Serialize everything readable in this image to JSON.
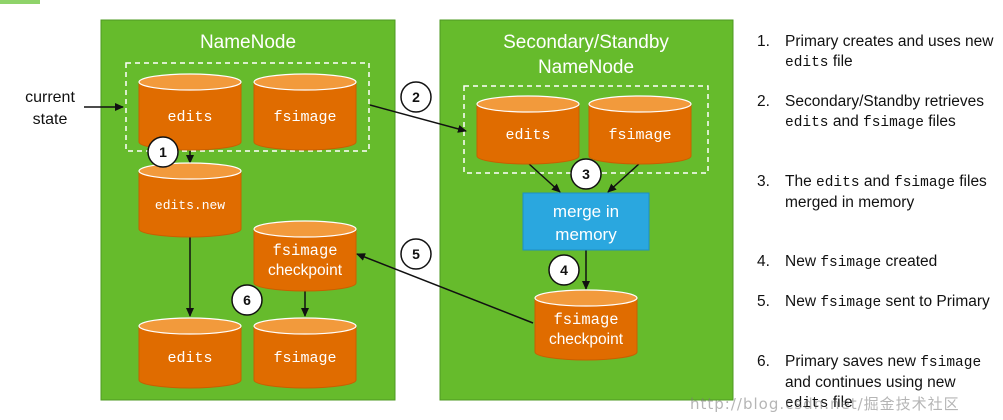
{
  "colors": {
    "panel_fill": "#66bb2c",
    "panel_stroke": "#4e9a22",
    "cylinder_fill": "#e06c00",
    "cylinder_top": "#f29a3c",
    "merge_fill": "#2aa7df",
    "arrow": "#111111",
    "circle_fill": "#ffffff"
  },
  "panels": {
    "left_title": "NameNode",
    "right_title_line1": "Secondary/Standby",
    "right_title_line2": "NameNode"
  },
  "labels": {
    "current_state_line1": "current",
    "current_state_line2": "state",
    "left_edits": "edits",
    "left_fsimage": "fsimage",
    "edits_new": "edits.new",
    "fsimage_checkpoint_line1": "fsimage",
    "fsimage_checkpoint_line2": "checkpoint",
    "bottom_edits": "edits",
    "bottom_fsimage": "fsimage",
    "right_edits": "edits",
    "right_fsimage": "fsimage",
    "merge_line1": "merge in",
    "merge_line2": "memory",
    "right_checkpoint_line1": "fsimage",
    "right_checkpoint_line2": "checkpoint"
  },
  "circles": [
    "1",
    "2",
    "3",
    "4",
    "5",
    "6"
  ],
  "steps": [
    {
      "num": "1.",
      "parts": [
        [
          "Primary creates and uses new ",
          false
        ],
        [
          "edits",
          true
        ],
        [
          " file",
          false
        ]
      ]
    },
    {
      "num": "2.",
      "parts": [
        [
          "Secondary/Standby retrieves ",
          false
        ],
        [
          "edits",
          true
        ],
        [
          " and ",
          false
        ],
        [
          "fsimage",
          true
        ],
        [
          " files",
          false
        ]
      ]
    },
    {
      "num": "3.",
      "parts": [
        [
          "The ",
          false
        ],
        [
          "edits",
          true
        ],
        [
          " and ",
          false
        ],
        [
          "fsimage",
          true
        ],
        [
          " files merged in memory",
          false
        ]
      ]
    },
    {
      "num": "4.",
      "parts": [
        [
          "New ",
          false
        ],
        [
          "fsimage",
          true
        ],
        [
          " created",
          false
        ]
      ]
    },
    {
      "num": "5.",
      "parts": [
        [
          "New ",
          false
        ],
        [
          "fsimage",
          true
        ],
        [
          " sent to Primary",
          false
        ]
      ]
    },
    {
      "num": "6.",
      "parts": [
        [
          "Primary saves new ",
          false
        ],
        [
          "fsimage",
          true
        ],
        [
          " and continues using new ",
          false
        ],
        [
          "edits",
          true
        ],
        [
          " file",
          false
        ]
      ]
    }
  ],
  "watermark": "http://blog.csdn.net/掘金技术社区"
}
